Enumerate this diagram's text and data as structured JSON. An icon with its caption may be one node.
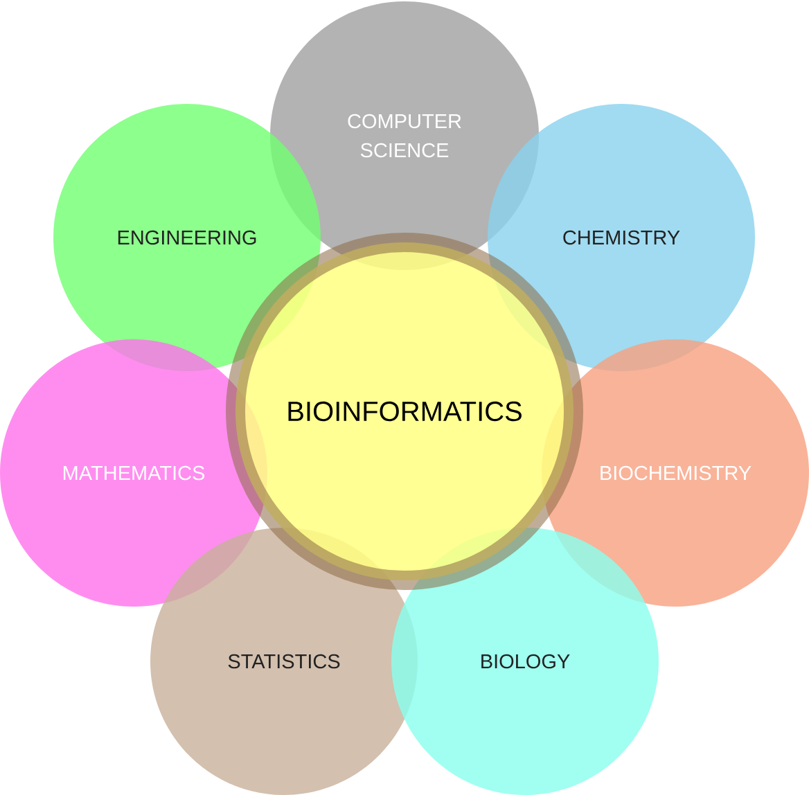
{
  "diagram": {
    "nodes": [
      {
        "text": [
          "COMPUTER SCIENCE"
        ]
      },
      {
        "text": [
          "ENGINEERING"
        ]
      },
      {
        "text": [
          "CHEMISTRY"
        ]
      },
      {
        "text": [
          "BIOINFORMATICS"
        ]
      },
      {
        "text": [
          "MATHEMATICS"
        ]
      },
      {
        "text": [
          "BIOCHEMISTRY"
        ]
      },
      {
        "text": [
          "STATISTICS"
        ]
      },
      {
        "text": [
          "BIOLOGY"
        ]
      }
    ]
  }
}
